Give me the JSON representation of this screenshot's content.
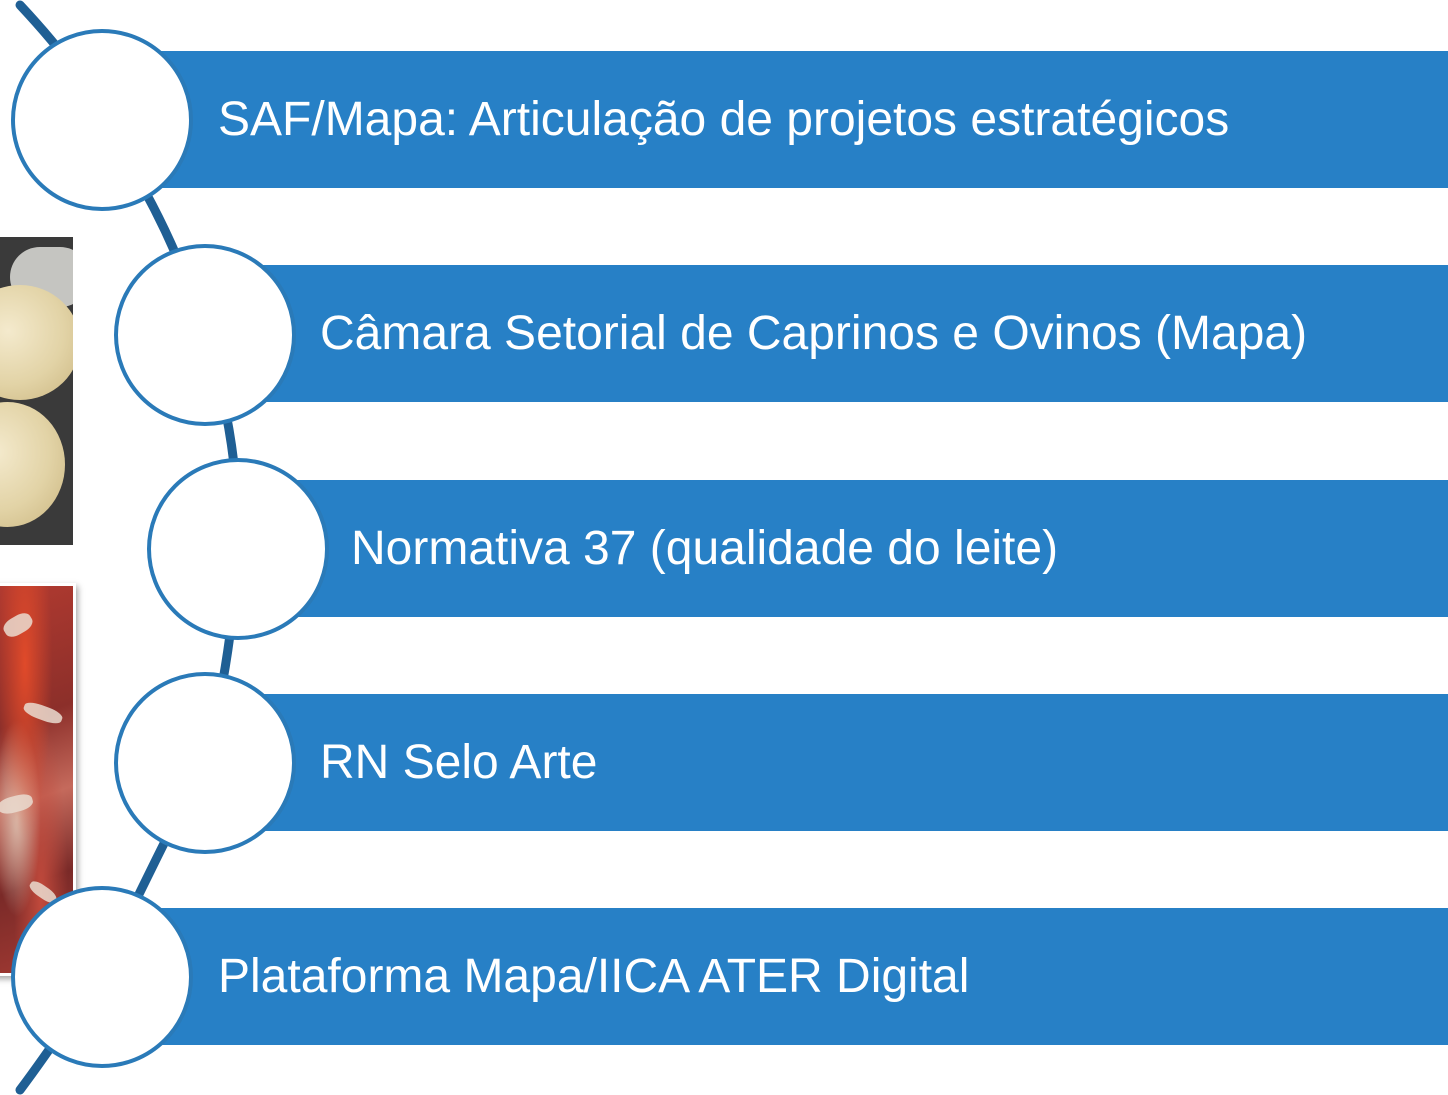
{
  "colors": {
    "bar_fill": "#2780c6",
    "node_border": "#2a7ab8",
    "connector": "#1f5f94",
    "bar_text": "#ffffff"
  },
  "items": [
    {
      "label": "SAF/Mapa: Articulação de projetos estratégicos"
    },
    {
      "label": "Câmara Setorial de Caprinos e Ovinos (Mapa)"
    },
    {
      "label": "Normativa 37 (qualidade do leite)"
    },
    {
      "label": "RN Selo Arte"
    },
    {
      "label": "Plataforma Mapa/IICA ATER Digital"
    }
  ]
}
